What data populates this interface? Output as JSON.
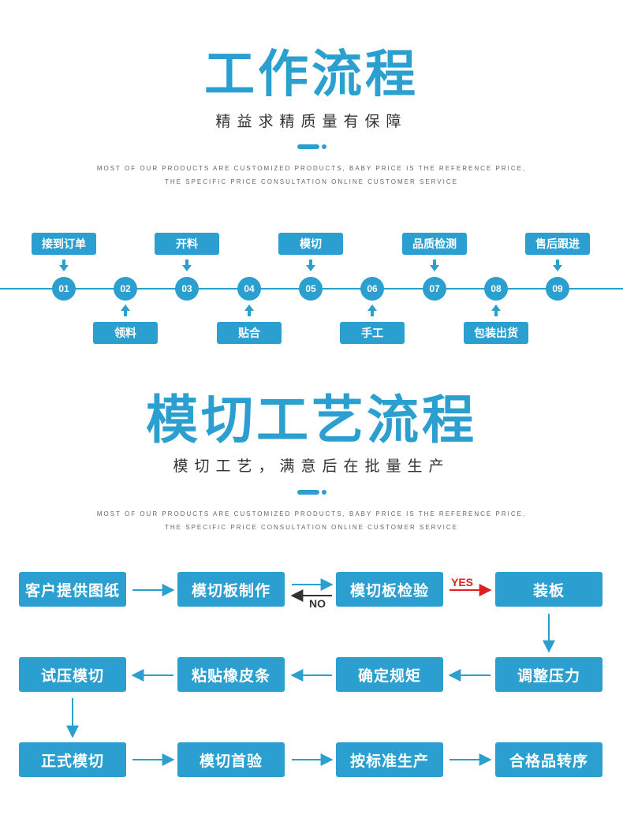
{
  "section1": {
    "title": "工作流程",
    "subtitle": "精益求精质量有保障",
    "en_line1": "MOST OF OUR PRODUCTS ARE CUSTOMIZED PRODUCTS, BABY PRICE IS THE REFERENCE PRICE,",
    "en_line2": "THE SPECIFIC PRICE CONSULTATION ONLINE CUSTOMER SERVICE"
  },
  "timeline": {
    "steps": [
      {
        "num": "01",
        "label": "接到订单"
      },
      {
        "num": "02",
        "label": "领料"
      },
      {
        "num": "03",
        "label": "开料"
      },
      {
        "num": "04",
        "label": "贴合"
      },
      {
        "num": "05",
        "label": "模切"
      },
      {
        "num": "06",
        "label": "手工"
      },
      {
        "num": "07",
        "label": "品质检测"
      },
      {
        "num": "08",
        "label": "包装出货"
      },
      {
        "num": "09",
        "label": "售后跟进"
      }
    ]
  },
  "section2": {
    "title": "模切工艺流程",
    "subtitle": "模切工艺，满意后在批量生产",
    "en_line1": "MOST OF OUR PRODUCTS ARE CUSTOMIZED PRODUCTS, BABY PRICE IS THE REFERENCE PRICE,",
    "en_line2": "THE SPECIFIC PRICE CONSULTATION ONLINE CUSTOMER SERVICE"
  },
  "process": {
    "row1": [
      "客户提供图纸",
      "模切板制作",
      "模切板检验",
      "装板"
    ],
    "row2": [
      "试压模切",
      "粘贴橡皮条",
      "确定规矩",
      "调整压力"
    ],
    "row3": [
      "正式模切",
      "模切首验",
      "按标准生产",
      "合格品转序"
    ],
    "yes_label": "YES",
    "no_label": "NO"
  },
  "colors": {
    "accent": "#2b9fd0",
    "yes": "#e02020",
    "no": "#333333"
  }
}
